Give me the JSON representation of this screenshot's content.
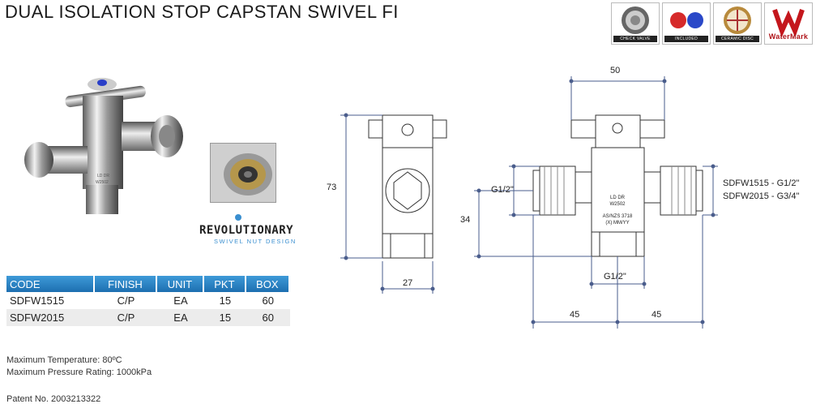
{
  "title": "DUAL ISOLATION STOP CAPSTAN SWIVEL FI",
  "badges": [
    {
      "caption": "CHECK VALVE",
      "icon": "check-valve-icon"
    },
    {
      "caption": "INCLUDED",
      "icon": "red-blue-indices-icon"
    },
    {
      "caption": "CERAMIC DISC",
      "icon": "ceramic-disc-icon"
    },
    {
      "caption": "WaterMark",
      "icon": "watermark-logo-icon"
    }
  ],
  "revolutionary": {
    "big": "REVOLUTIONARY",
    "small": "SWIVEL NUT DESIGN"
  },
  "table": {
    "headers": [
      "CODE",
      "FINISH",
      "UNIT",
      "PKT",
      "BOX"
    ],
    "rows": [
      [
        "SDFW1515",
        "C/P",
        "EA",
        "15",
        "60"
      ],
      [
        "SDFW2015",
        "C/P",
        "EA",
        "15",
        "60"
      ]
    ]
  },
  "notes": {
    "temp": "Maximum Temperature: 80ºC",
    "pressure": "Maximum Pressure Rating: 1000kPa",
    "patent": "Patent No. 2003213322"
  },
  "drawing": {
    "dim_height": "73",
    "dim_width_side": "27",
    "dim_top": "50",
    "dim_left_thread": "G1/2\"",
    "dim_34": "34",
    "dim_bottom_thread": "G1/2\"",
    "dim_left_45": "45",
    "dim_right_45": "45",
    "outlet_1": "SDFW1515 - G1/2\"",
    "outlet_2": "SDFW2015 - G3/4\"",
    "body_text": [
      "LD DR",
      "W2502",
      "AS/NZS 3718",
      "(X) MM/YY"
    ]
  }
}
